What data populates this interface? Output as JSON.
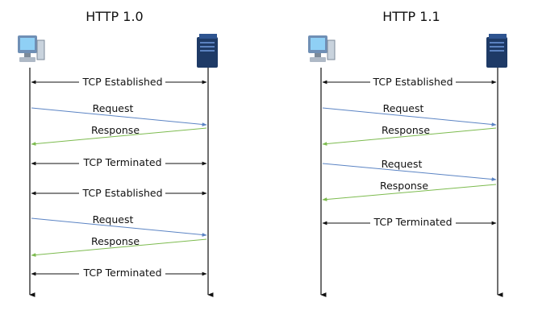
{
  "diagrams": [
    {
      "title": "HTTP 1.0",
      "rows": [
        {
          "kind": "tcp",
          "label": "TCP Established"
        },
        {
          "kind": "req",
          "label": "Request"
        },
        {
          "kind": "res",
          "label": "Response"
        },
        {
          "kind": "tcp",
          "label": "TCP Terminated"
        },
        {
          "kind": "tcp",
          "label": "TCP Established"
        },
        {
          "kind": "req",
          "label": "Request"
        },
        {
          "kind": "res",
          "label": "Response"
        },
        {
          "kind": "tcp",
          "label": "TCP Terminated"
        }
      ]
    },
    {
      "title": "HTTP 1.1",
      "rows": [
        {
          "kind": "tcp",
          "label": "TCP Established"
        },
        {
          "kind": "req",
          "label": "Request"
        },
        {
          "kind": "res",
          "label": "Response"
        },
        {
          "kind": "req",
          "label": "Request"
        },
        {
          "kind": "res",
          "label": "Response"
        },
        {
          "kind": "tcp",
          "label": "TCP Terminated"
        }
      ]
    }
  ],
  "icons": {
    "client": "desktop-computer-icon",
    "server": "server-tower-icon"
  },
  "colors": {
    "request": "#5b84c4",
    "response": "#7dbb4f",
    "line": "#111111"
  }
}
